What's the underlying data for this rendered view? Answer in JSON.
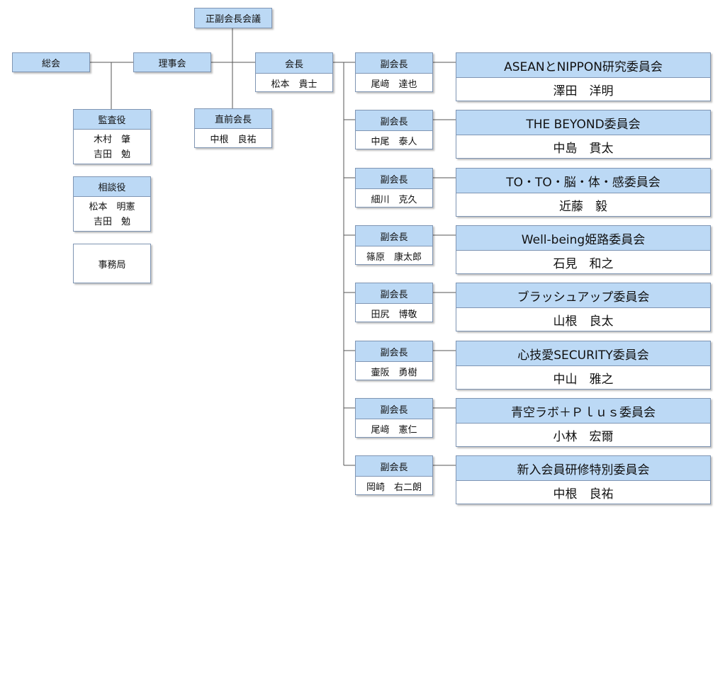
{
  "top": "正副会長会議",
  "general": "総会",
  "board": "理事会",
  "president": {
    "role": "会長",
    "name": "松本　貴士"
  },
  "past_president": {
    "role": "直前会長",
    "name": "中根　良祐"
  },
  "auditors": {
    "role": "監査役",
    "names": [
      "木村　肇",
      "吉田　勉"
    ]
  },
  "advisors": {
    "role": "相談役",
    "names": [
      "松本　明憲",
      "吉田　勉"
    ]
  },
  "secretariat": "事務局",
  "vice_role": "副会長",
  "committees": [
    {
      "vp": "尾﨑　達也",
      "name": "ASEANとNIPPON研究委員会",
      "chair": "澤田　洋明"
    },
    {
      "vp": "中尾　泰人",
      "name": "THE BEYOND委員会",
      "chair": "中島　貫太"
    },
    {
      "vp": "細川　克久",
      "name": "TO・TO・脳・体・感委員会",
      "chair": "近藤　毅"
    },
    {
      "vp": "篠原　康太郎",
      "name": "Well-being姫路委員会",
      "chair": "石見　和之"
    },
    {
      "vp": "田尻　博敬",
      "name": "ブラッシュアップ委員会",
      "chair": "山根　良太"
    },
    {
      "vp": "壷阪　勇樹",
      "name": "心技愛SECURITY委員会",
      "chair": "中山　雅之"
    },
    {
      "vp": "尾﨑　憲仁",
      "name": "青空ラボ＋Ｐｌｕｓ委員会",
      "chair": "小林　宏爾"
    },
    {
      "vp": "岡崎　右二朗",
      "name": "新入会員研修特別委員会",
      "chair": "中根　良祐"
    }
  ]
}
